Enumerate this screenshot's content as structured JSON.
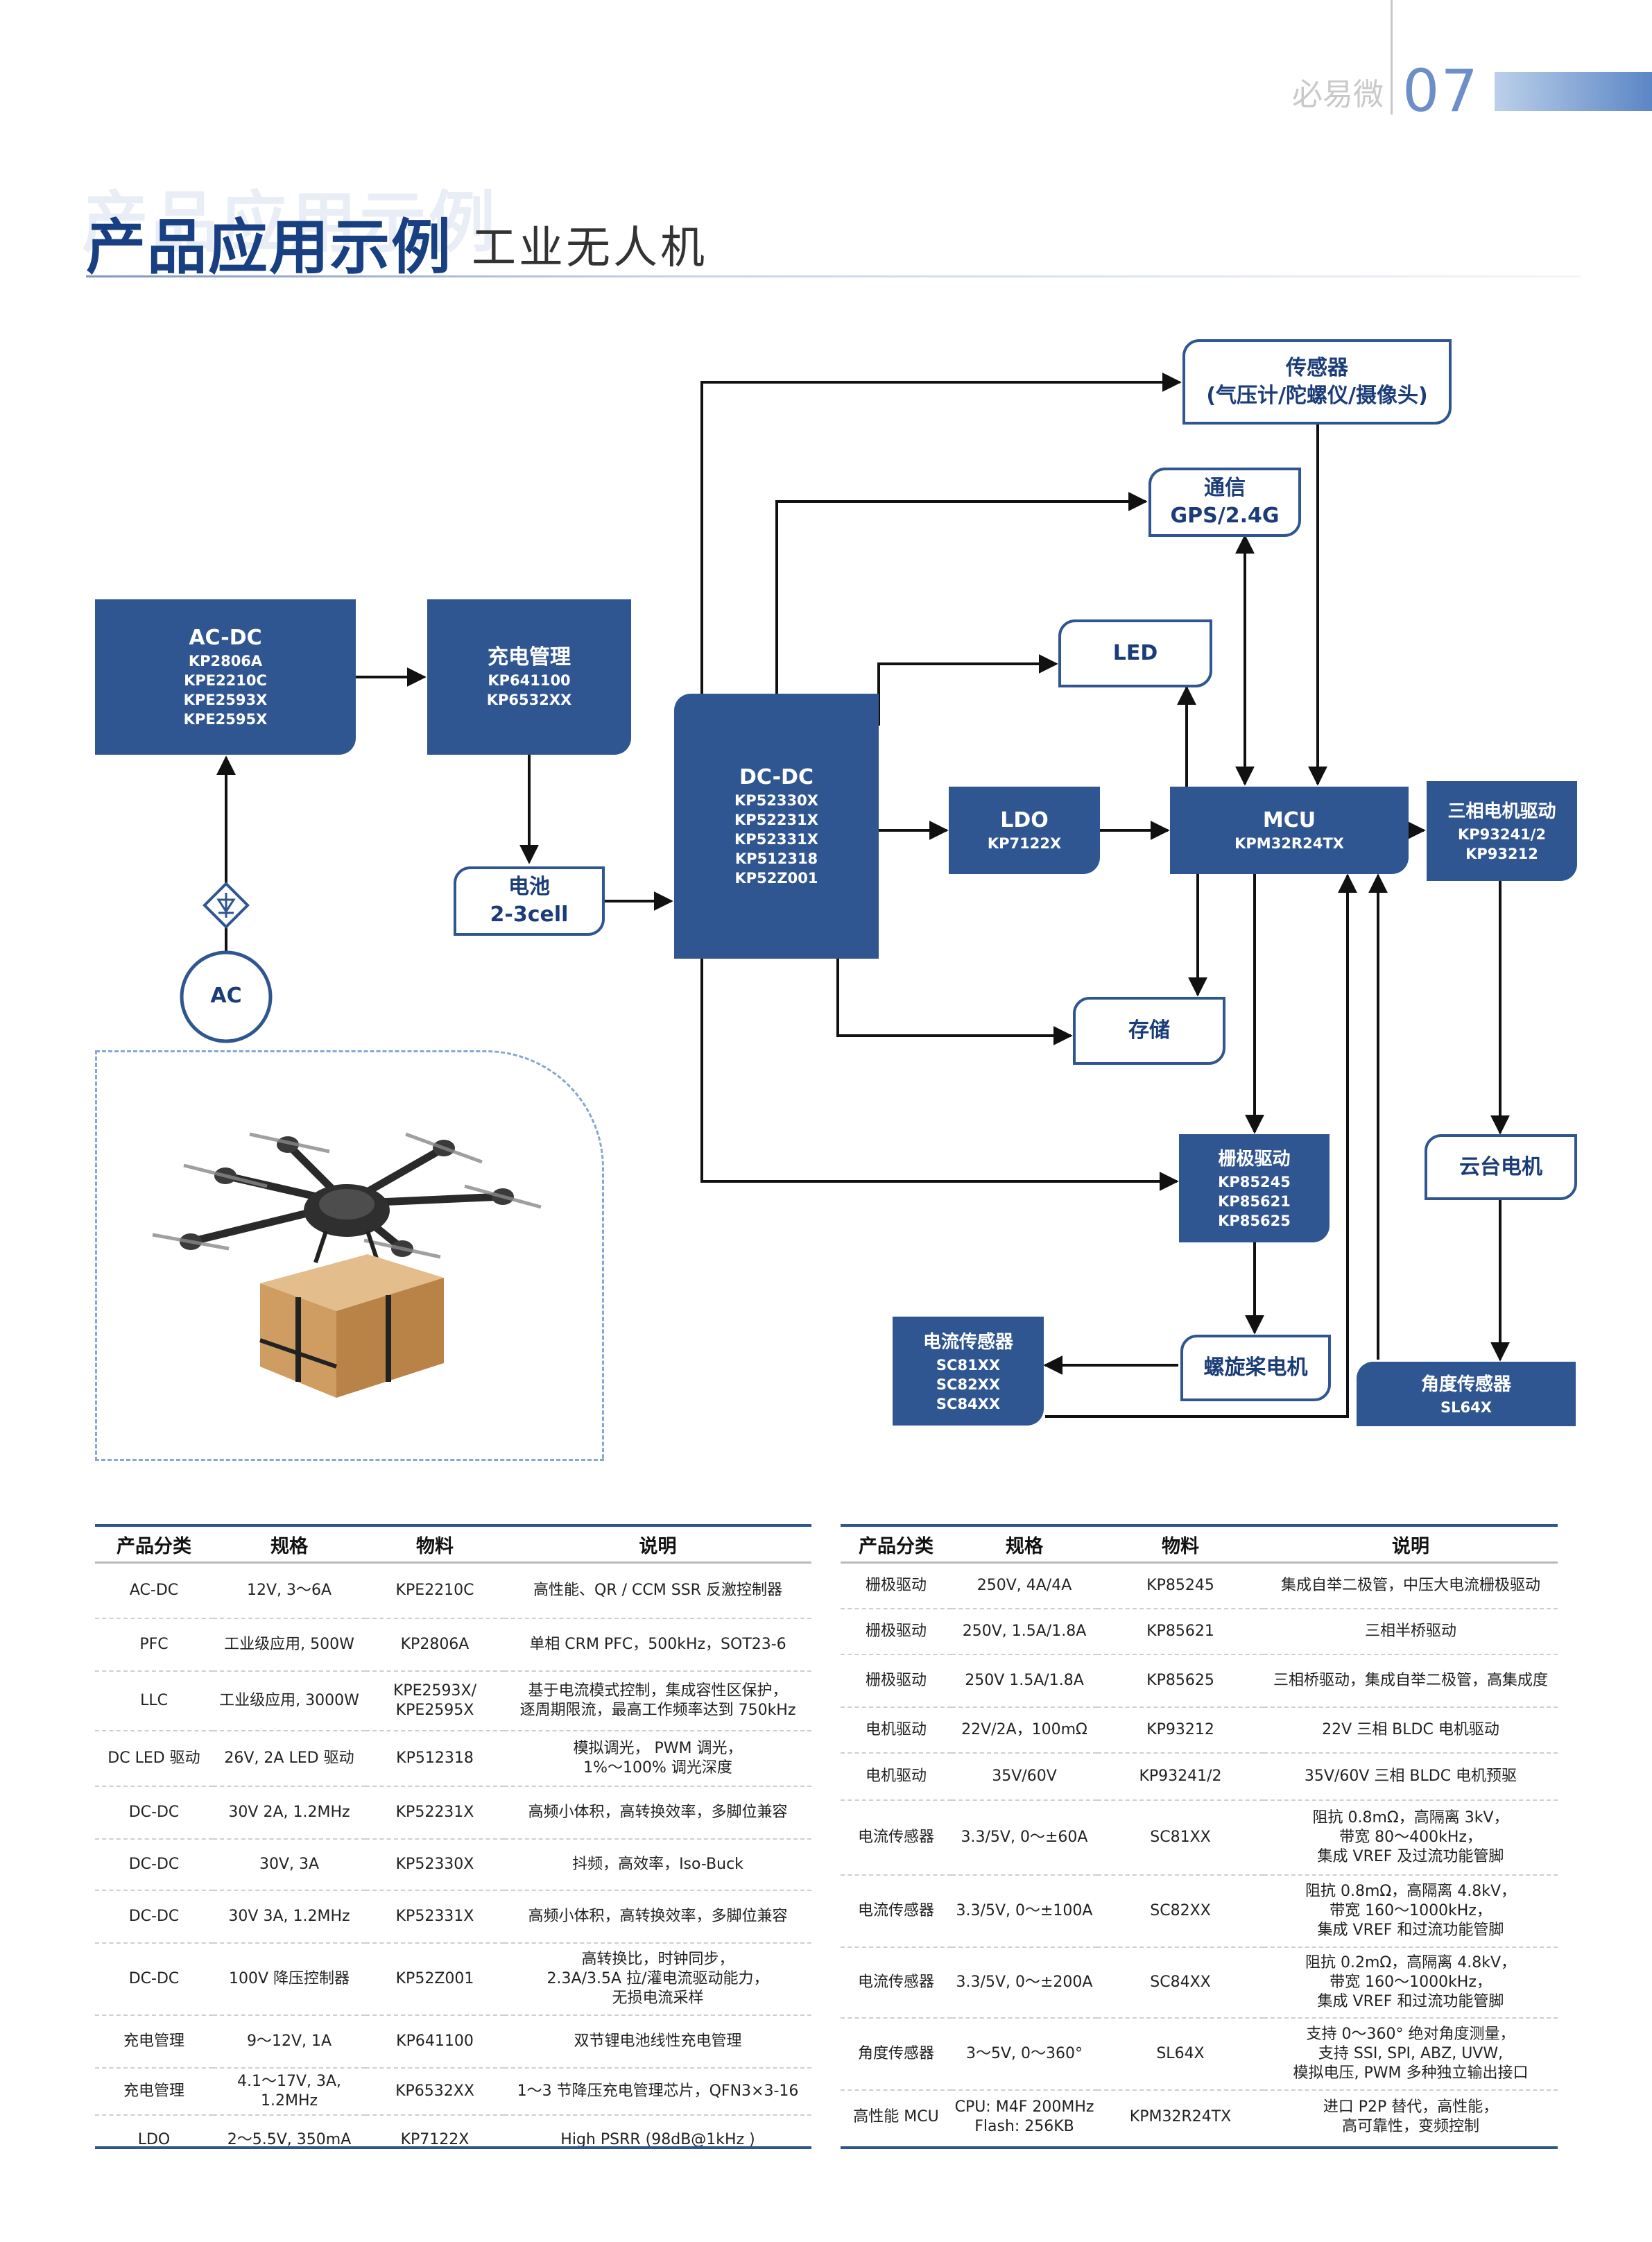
{
  "header": {
    "brand": "必易微",
    "page_number": "07"
  },
  "title": {
    "main": "产品应用示例",
    "sub": "工业无人机"
  },
  "diagram": {
    "acdc": {
      "title": "AC-DC",
      "parts": [
        "KP2806A",
        "KPE2210C",
        "KPE2593X",
        "KPE2595X"
      ]
    },
    "charge": {
      "title": "充电管理",
      "parts": [
        "KP641100",
        "KP6532XX"
      ]
    },
    "dcdc": {
      "title": "DC-DC",
      "parts": [
        "KP52330X",
        "KP52231X",
        "KP52331X",
        "KP512318",
        "KP52Z001"
      ]
    },
    "battery": {
      "title": "电池",
      "sub": "2-3cell"
    },
    "ac_label": "AC",
    "sensor": {
      "title": "传感器",
      "sub": "(气压计/陀螺仪/摄像头)"
    },
    "comm": {
      "title": "通信",
      "sub": "GPS/2.4G"
    },
    "led": {
      "title": "LED"
    },
    "ldo": {
      "title": "LDO",
      "parts": [
        "KP7122X"
      ]
    },
    "mcu": {
      "title": "MCU",
      "parts": [
        "KPM32R24TX"
      ]
    },
    "motor3": {
      "title": "三相电机驱动",
      "parts": [
        "KP93241/2",
        "KP93212"
      ]
    },
    "storage": {
      "title": "存储"
    },
    "gate": {
      "title": "栅极驱动",
      "parts": [
        "KP85245",
        "KP85621",
        "KP85625"
      ]
    },
    "gimbal": {
      "title": "云台电机"
    },
    "current": {
      "title": "电流传感器",
      "parts": [
        "SC81XX",
        "SC82XX",
        "SC84XX"
      ]
    },
    "prop": {
      "title": "螺旋桨电机"
    },
    "angle": {
      "title": "角度传感器",
      "parts": [
        "SL64X"
      ]
    }
  },
  "table_left": {
    "headers": [
      "产品分类",
      "规格",
      "物料",
      "说明"
    ],
    "rows": [
      [
        "AC-DC",
        "12V, 3～6A",
        "KPE2210C",
        "高性能、QR / CCM SSR 反激控制器"
      ],
      [
        "PFC",
        "工业级应用, 500W",
        "KP2806A",
        "单相 CRM PFC，500kHz，SOT23-6"
      ],
      [
        "LLC",
        "工业级应用, 3000W",
        "KPE2593X/\nKPE2595X",
        "基于电流模式控制，集成容性区保护，\n逐周期限流，最高工作频率达到 750kHz"
      ],
      [
        "DC LED 驱动",
        "26V, 2A LED 驱动",
        "KP512318",
        "模拟调光， PWM 调光，\n1%～100% 调光深度"
      ],
      [
        "DC-DC",
        "30V 2A, 1.2MHz",
        "KP52231X",
        "高频小体积，高转换效率，多脚位兼容"
      ],
      [
        "DC-DC",
        "30V, 3A",
        "KP52330X",
        "抖频，高效率，Iso-Buck"
      ],
      [
        "DC-DC",
        "30V 3A, 1.2MHz",
        "KP52331X",
        "高频小体积，高转换效率，多脚位兼容"
      ],
      [
        "DC-DC",
        "100V 降压控制器",
        "KP52Z001",
        "高转换比，时钟同步，\n2.3A/3.5A 拉/灌电流驱动能力，\n无损电流采样"
      ],
      [
        "充电管理",
        "9～12V, 1A",
        "KP641100",
        "双节锂电池线性充电管理"
      ],
      [
        "充电管理",
        "4.1～17V, 3A, 1.2MHz",
        "KP6532XX",
        "1～3 节降压充电管理芯片，QFN3×3-16"
      ],
      [
        "LDO",
        "2～5.5V, 350mA",
        "KP7122X",
        "High PSRR (98dB@1kHz )"
      ]
    ]
  },
  "table_right": {
    "headers": [
      "产品分类",
      "规格",
      "物料",
      "说明"
    ],
    "rows": [
      [
        "栅极驱动",
        "250V, 4A/4A",
        "KP85245",
        "集成自举二极管，中压大电流栅极驱动"
      ],
      [
        "栅极驱动",
        "250V, 1.5A/1.8A",
        "KP85621",
        "三相半桥驱动"
      ],
      [
        "栅极驱动",
        "250V 1.5A/1.8A",
        "KP85625",
        "三相桥驱动，集成自举二极管，高集成度"
      ],
      [
        "电机驱动",
        "22V/2A，100mΩ",
        "KP93212",
        "22V 三相 BLDC 电机驱动"
      ],
      [
        "电机驱动",
        "35V/60V",
        "KP93241/2",
        "35V/60V 三相 BLDC 电机预驱"
      ],
      [
        "电流传感器",
        "3.3/5V, 0～±60A",
        "SC81XX",
        "阻抗 0.8mΩ，高隔离 3kV，\n带宽 80～400kHz，\n集成 VREF 及过流功能管脚"
      ],
      [
        "电流传感器",
        "3.3/5V, 0～±100A",
        "SC82XX",
        "阻抗 0.8mΩ，高隔离 4.8kV，\n带宽 160～1000kHz，\n集成 VREF 和过流功能管脚"
      ],
      [
        "电流传感器",
        "3.3/5V, 0～±200A",
        "SC84XX",
        "阻抗 0.2mΩ，高隔离 4.8kV，\n带宽 160～1000kHz，\n集成 VREF 和过流功能管脚"
      ],
      [
        "角度传感器",
        "3～5V, 0～360°",
        "SL64X",
        "支持 0～360° 绝对角度测量，\n支持 SSI, SPI, ABZ, UVW,\n模拟电压, PWM 多种独立输出接口"
      ],
      [
        "高性能 MCU",
        "CPU: M4F 200MHz\nFlash: 256KB",
        "KPM32R24TX",
        "进口 P2P 替代，高性能，\n高可靠性，变频控制"
      ]
    ]
  },
  "colors": {
    "primary": "#2f5691",
    "title": "#173f82",
    "page_number": "#6d8fc8"
  }
}
